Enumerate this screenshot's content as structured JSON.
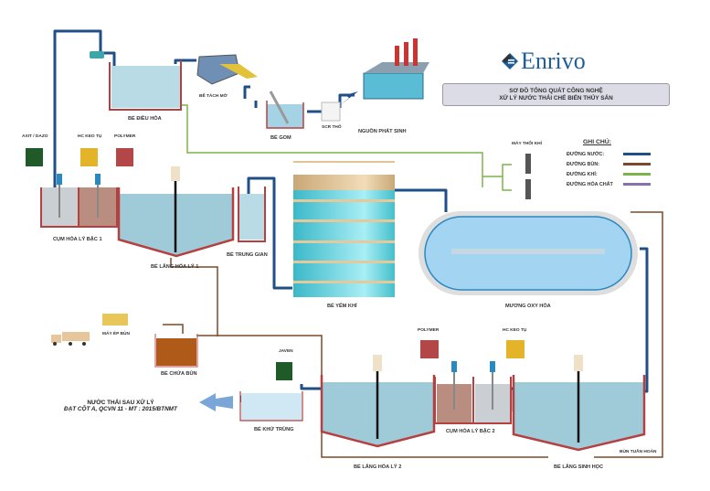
{
  "brand": {
    "name": "Enrivo",
    "color": "#1d5e99"
  },
  "title": {
    "line1": "SƠ ĐỒ TỔNG QUÁT CÔNG NGHỆ",
    "line2": "XỬ LÝ NƯỚC THẢI CHẾ BIẾN THỦY SẢN"
  },
  "legend": {
    "title": "GHI CHÚ:",
    "items": [
      {
        "label": "ĐƯỜNG NƯỚC:",
        "color": "#1f4f86"
      },
      {
        "label": "ĐƯỜNG BÙN:",
        "color": "#7a4a2a"
      },
      {
        "label": "ĐƯỜNG KHÍ:",
        "color": "#7db34a"
      },
      {
        "label": "ĐƯỜNG HÓA CHẤT",
        "color": "#8a6fb0"
      }
    ]
  },
  "units": {
    "source": "NGUỒN PHÁT SINH",
    "screen": "SCR THÔ",
    "sump": "BỂ GOM",
    "grease": "BỂ TÁCH MỠ",
    "equalization": "BỂ ĐIỀU HÒA",
    "physchem1": "CỤM HÓA LÝ BẬC 1",
    "settling1": "BỂ LẮNG HÓA LÝ 1",
    "intermediate": "BỂ TRUNG GIAN",
    "anaerobic": "BỂ YẾM KHÍ",
    "oxidation": "MƯƠNG OXY HÓA",
    "blower": "MÁY THỔI KHÍ",
    "bio_settling": "BỂ LẮNG SINH HỌC",
    "sludge_return": "BÙN TUẦN HOÀN",
    "physchem2": "CỤM HÓA LÝ BẬC 2",
    "settling2": "BỂ LẮNG HÓA LÝ 2",
    "disinfection": "BỂ KHỬ TRÙNG",
    "sludge_tank": "BỂ CHỨA BÙN",
    "filter_press": "MÁY ÉP BÙN"
  },
  "chemicals": {
    "acid": "AXIT / DAZO",
    "coag1": "HC KEO TỤ",
    "poly1": "POLYMER",
    "poly2": "POLYMER",
    "coag2": "HC KEO TỤ",
    "javen": "JAVEN"
  },
  "discharge": {
    "line1": "NƯỚC THẢI SAU XỬ LÝ",
    "line2": "ĐẠT CỘT A, QCVN 11 - MT : 2015/BTNMT"
  }
}
